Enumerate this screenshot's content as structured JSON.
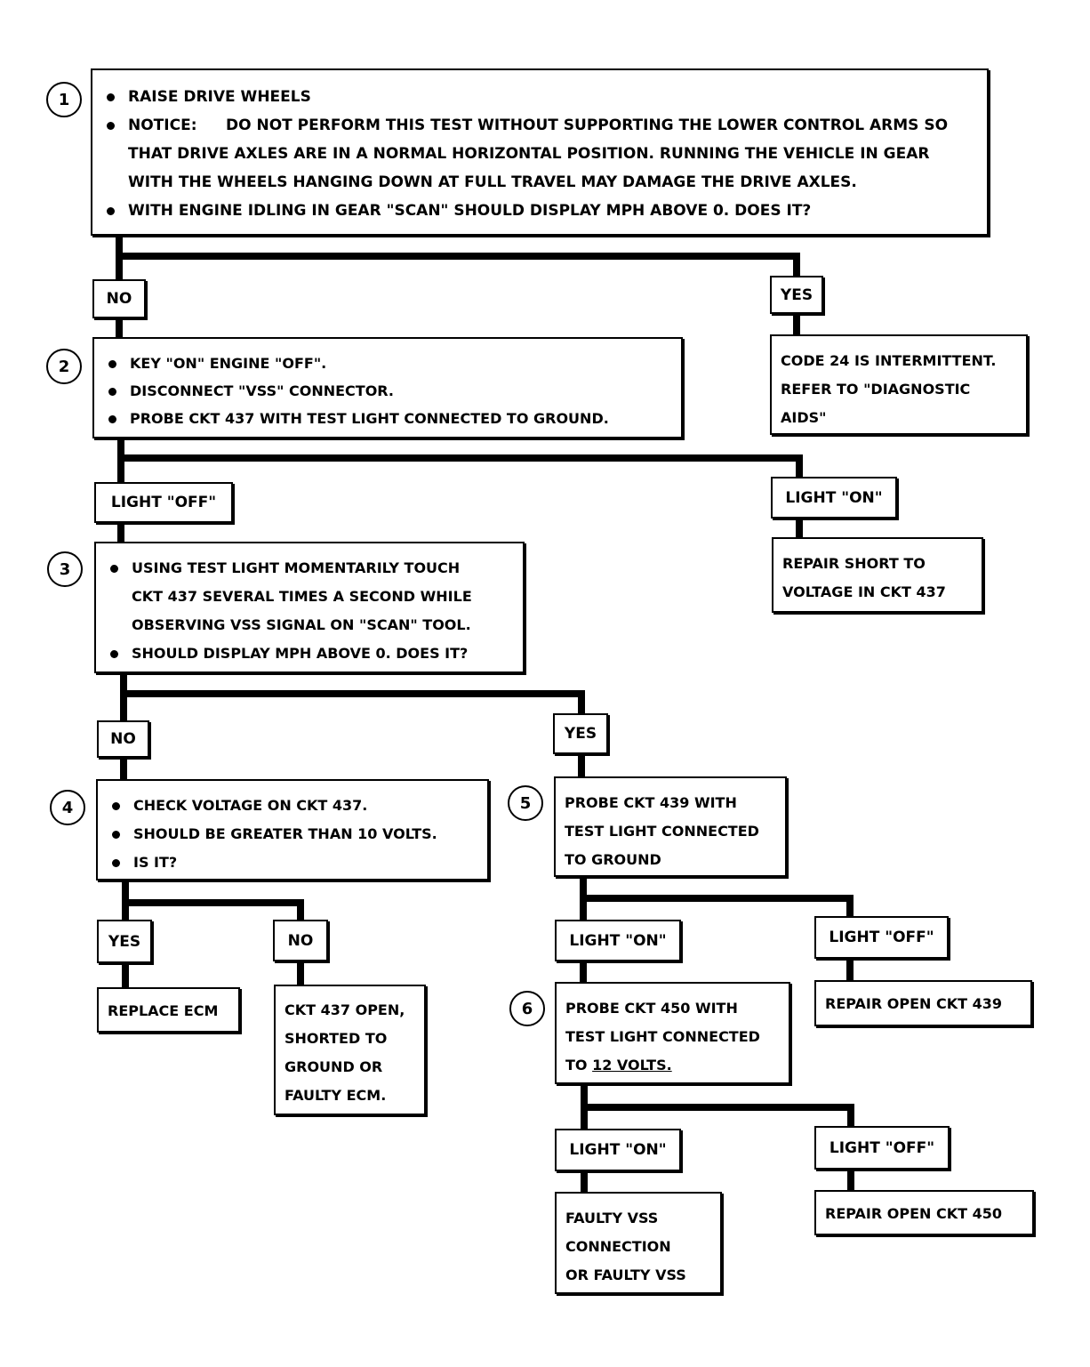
{
  "steps": [
    "1",
    "2",
    "3",
    "4",
    "5",
    "6"
  ],
  "box1": {
    "items": [
      "RAISE DRIVE WHEELS",
      "WITH ENGINE IDLING IN GEAR \"SCAN\" SHOULD DISPLAY MPH ABOVE 0.  DOES IT?"
    ],
    "notice_label": "NOTICE:",
    "notice_lines": [
      "DO NOT PERFORM THIS TEST WITHOUT SUPPORTING THE LOWER CONTROL ARMS SO",
      "THAT DRIVE AXLES ARE IN A NORMAL HORIZONTAL POSITION.  RUNNING THE VEHICLE IN GEAR",
      "WITH THE WHEELS HANGING DOWN AT FULL TRAVEL MAY DAMAGE THE DRIVE AXLES."
    ]
  },
  "box2": {
    "items": [
      "KEY \"ON\" ENGINE \"OFF\".",
      "DISCONNECT \"VSS\" CONNECTOR.",
      "PROBE CKT 437 WITH TEST LIGHT CONNECTED TO GROUND."
    ]
  },
  "box3": {
    "item1_lines": [
      "USING TEST LIGHT MOMENTARILY TOUCH",
      "CKT 437 SEVERAL TIMES A SECOND WHILE",
      "OBSERVING VSS SIGNAL ON \"SCAN\" TOOL."
    ],
    "item2": "SHOULD DISPLAY MPH ABOVE 0.  DOES IT?"
  },
  "box4": {
    "items": [
      "CHECK VOLTAGE ON CKT 437.",
      "SHOULD BE GREATER THAN 10 VOLTS.",
      "IS IT?"
    ]
  },
  "box5": {
    "lines": [
      "PROBE CKT 439 WITH",
      "TEST LIGHT CONNECTED",
      "TO GROUND"
    ]
  },
  "box6": {
    "lines": [
      "PROBE CKT 450 WITH",
      "TEST LIGHT CONNECTED"
    ],
    "last_prefix": "TO ",
    "last_underlined": "12 VOLTS."
  },
  "labels": {
    "no1": "NO",
    "yes1": "YES",
    "light_off2": "LIGHT \"OFF\"",
    "light_on2": "LIGHT \"ON\"",
    "no3": "NO",
    "yes3": "YES",
    "yes4": "YES",
    "no4": "NO",
    "light_on5": "LIGHT \"ON\"",
    "light_off5": "LIGHT \"OFF\"",
    "light_on6": "LIGHT \"ON\"",
    "light_off6": "LIGHT \"OFF\""
  },
  "results": {
    "intermittent": [
      "CODE 24 IS INTERMITTENT.",
      "REFER TO \"DIAGNOSTIC",
      "AIDS\""
    ],
    "repair_short": [
      "REPAIR SHORT TO",
      "VOLTAGE IN CKT 437"
    ],
    "replace_ecm": "REPLACE ECM",
    "ckt437_open": [
      "CKT 437 OPEN,",
      "SHORTED TO",
      "GROUND OR",
      "FAULTY ECM."
    ],
    "repair_open_439": "REPAIR OPEN CKT 439",
    "faulty_vss": [
      "FAULTY VSS",
      "CONNECTION",
      "OR FAULTY VSS"
    ],
    "repair_open_450": "REPAIR OPEN CKT 450"
  }
}
